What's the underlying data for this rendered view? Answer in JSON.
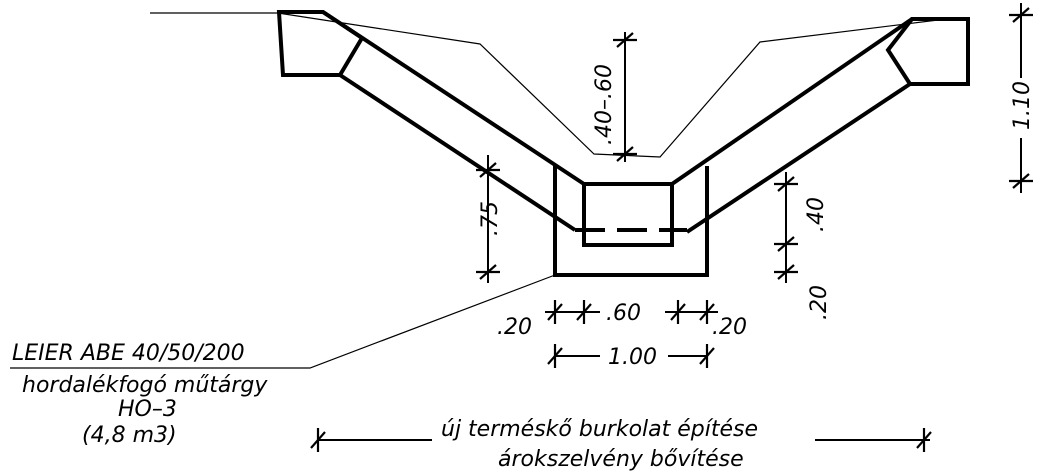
{
  "dimensions": {
    "depth_range": ".40–.60",
    "total_height": "1.10",
    "pipe_depth": ".75",
    "inner_height": ".40",
    "base_thickness": ".20",
    "wall_left": ".20",
    "inner_width": ".60",
    "wall_right": ".20",
    "outer_width": "1.00"
  },
  "labels": {
    "structure_name": "LEIER ABE 40/50/200",
    "structure_desc": "hordalékfogó műtárgy",
    "structure_id": "HO–3",
    "structure_volume": "(4,8 m3)",
    "lining_line1": "új terméskő burkolat építése",
    "lining_line2": "árokszelvény bővítése"
  },
  "colors": {
    "ink": "#000000",
    "background": "#ffffff"
  }
}
